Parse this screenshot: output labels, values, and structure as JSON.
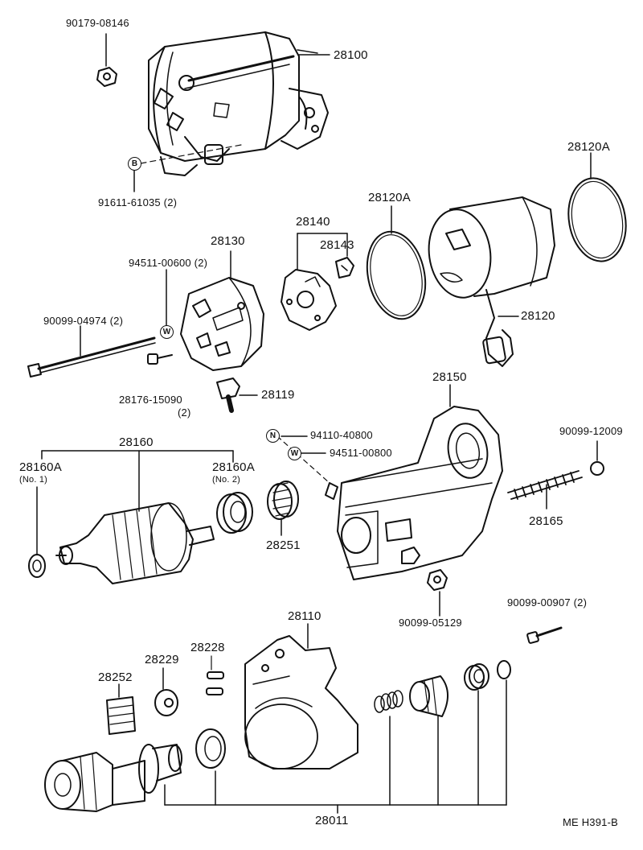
{
  "diagram": {
    "ref_code": "ME H391-B",
    "marks": {
      "b": "B",
      "w": "W",
      "n": "N"
    },
    "labels": {
      "p90179_08146": "90179-08146",
      "p28100": "28100",
      "p91611_61035": "91611-61035 (2)",
      "p28120A_top": "28120A",
      "p28120A_mid": "28120A",
      "p28140": "28140",
      "p28143": "28143",
      "p28130": "28130",
      "p94511_00600": "94511-00600 (2)",
      "p90099_04974": "90099-04974 (2)",
      "p28120": "28120",
      "p28176_15090": "28176-15090",
      "p28176_qty": "(2)",
      "p28119": "28119",
      "p28150": "28150",
      "p94110_40800": "94110-40800",
      "p94511_00800": "94511-00800",
      "p90099_12009": "90099-12009",
      "p28160": "28160",
      "p28160A_1": "28160A",
      "p28160A_1_note": "(No. 1)",
      "p28160A_2": "28160A",
      "p28160A_2_note": "(No. 2)",
      "p28165": "28165",
      "p28251": "28251",
      "p90099_05129": "90099-05129",
      "p90099_00907": "90099-00907 (2)",
      "p28110": "28110",
      "p28228": "28228",
      "p28229": "28229",
      "p28252": "28252",
      "p28011": "28011"
    }
  }
}
